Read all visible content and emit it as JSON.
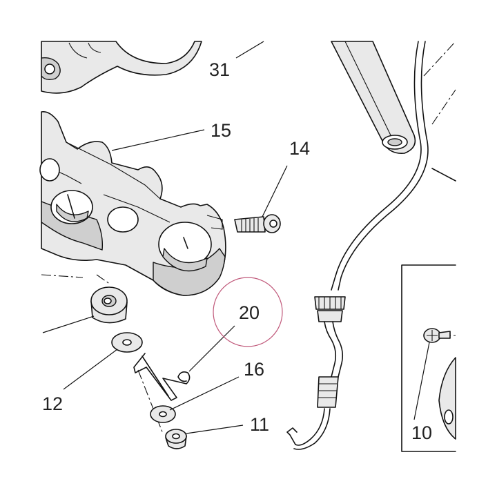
{
  "callouts": {
    "c31": "31",
    "c15": "15",
    "c14": "14",
    "c20": "20",
    "c16": "16",
    "c12": "12",
    "c11": "11",
    "c10": "10"
  },
  "highlight_color": "#c0587a",
  "line_color": "#111111"
}
